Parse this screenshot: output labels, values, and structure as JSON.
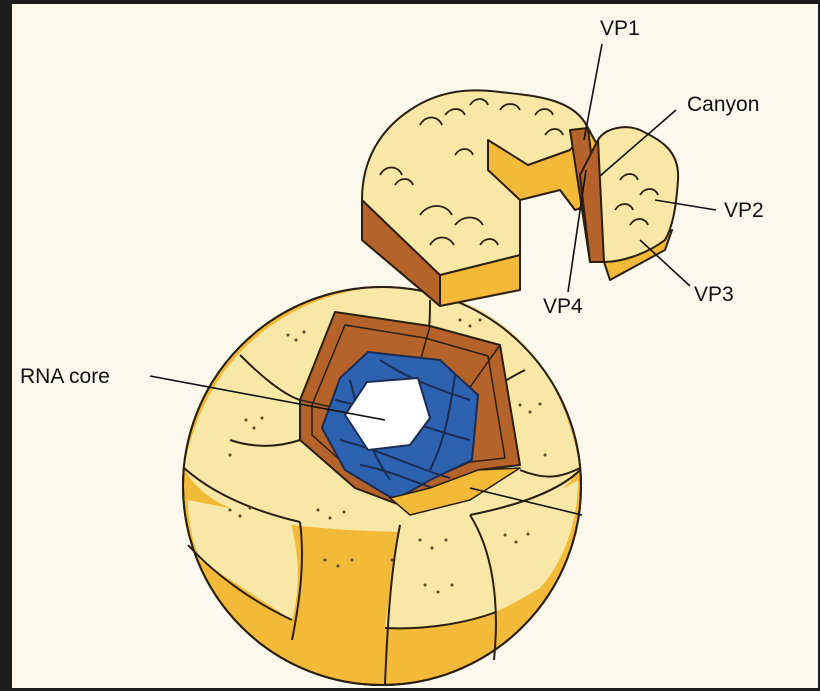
{
  "diagram": {
    "labels": {
      "vp1": "VP1",
      "canyon": "Canyon",
      "vp2": "VP2",
      "vp3": "VP3",
      "vp4": "VP4",
      "rna_core": "RNA core"
    },
    "colors": {
      "background": "#fbf8ec",
      "frame_dark": "#1c1c1c",
      "capsid_surface": "#f8e8a8",
      "capsid_side": "#f3b938",
      "cut_face": "#b5632a",
      "rna": "#2d62b0",
      "outline": "#2a1f10"
    }
  }
}
